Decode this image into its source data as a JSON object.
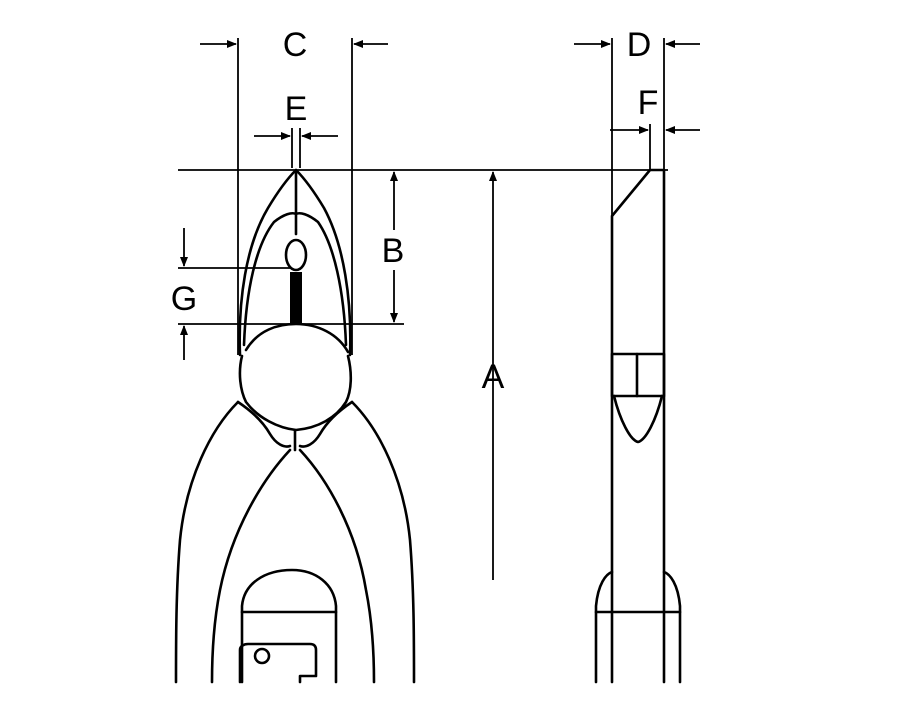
{
  "labels": {
    "A": "A",
    "B": "B",
    "C": "C",
    "D": "D",
    "E": "E",
    "F": "F",
    "G": "G"
  },
  "colors": {
    "ink": "#000000",
    "paper": "#ffffff"
  }
}
